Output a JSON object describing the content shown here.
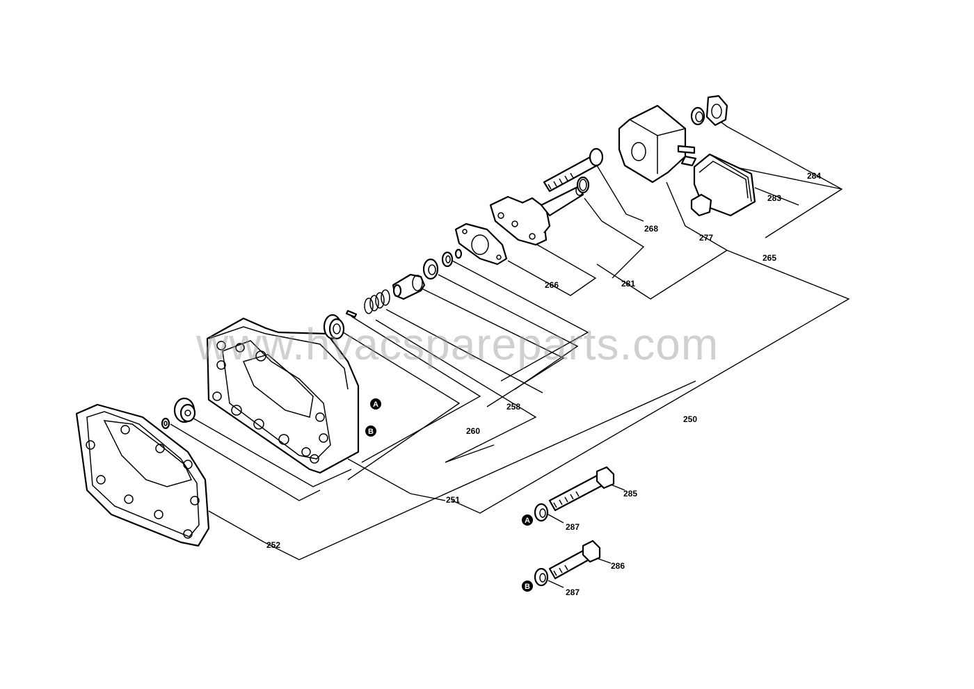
{
  "watermark": "www.hvacspareparts.com",
  "callouts": {
    "c250": "250",
    "c251": "251",
    "c252": "252",
    "c258": "258",
    "c260": "260",
    "c265": "265",
    "c266": "266",
    "c268": "268",
    "c277": "277",
    "c281": "281",
    "c283": "283",
    "c284": "284",
    "c285": "285",
    "c286": "286",
    "c287a": "287",
    "c287b": "287"
  },
  "markers": {
    "a": "A",
    "b": "B"
  }
}
